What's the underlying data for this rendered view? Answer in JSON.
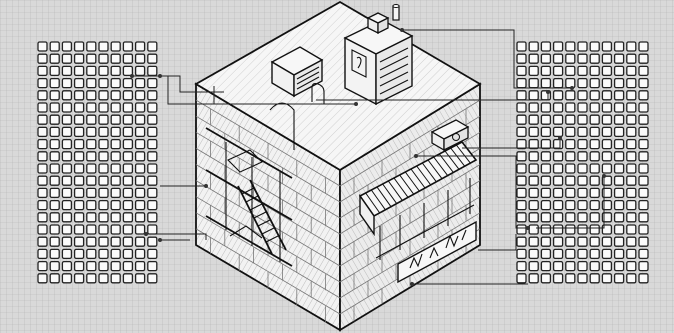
{
  "illustration": {
    "subject": "isometric-building-cube",
    "colors": {
      "background": "#d9d9d9",
      "grid": "#b0b0b0",
      "outline": "#111111",
      "panel": "#fafafa"
    },
    "icons": [
      "left-panel-grid",
      "right-panel-grid",
      "building-cube",
      "air-conditioner-unit",
      "water-heater",
      "wall-ac-unit",
      "awning",
      "fire-escape-stairs",
      "chimney"
    ]
  }
}
